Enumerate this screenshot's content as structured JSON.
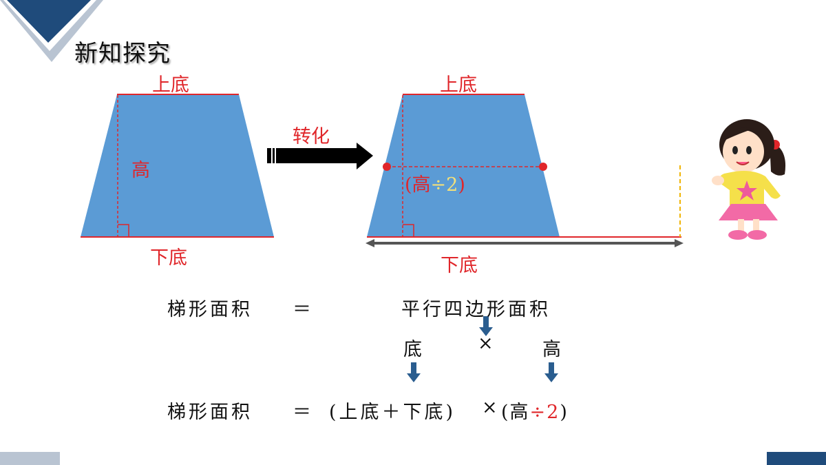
{
  "slide": {
    "title": "新知探究",
    "colors": {
      "trapezoid_fill": "#5b9bd5",
      "accent_red": "#e0262a",
      "header_navy": "#1f4b7b",
      "yellow_dash": "#f0b400"
    }
  },
  "left_figure": {
    "top_label": "上底",
    "height_label": "高",
    "bottom_label": "下底"
  },
  "transform": {
    "label": "转化"
  },
  "right_figure": {
    "top_label": "上底",
    "half_height_open": "(高",
    "half_height_div": "÷2",
    "half_height_close": ")",
    "bottom_label": "下底"
  },
  "formula": {
    "line1_left": "梯形面积",
    "equals1": "＝",
    "line1_right": "平行四边形面积",
    "base": "底",
    "times": "×",
    "height": "高",
    "line3_left": "梯形面积",
    "equals2": "＝",
    "line3_sum": "(上底＋下底)",
    "line3_times": "×",
    "line3_open": "(高",
    "line3_div": "÷2",
    "line3_close": ")"
  },
  "icons": [
    "triangle-corner-icon",
    "right-arrow-icon",
    "down-arrow-icon",
    "girl-illustration-icon"
  ]
}
